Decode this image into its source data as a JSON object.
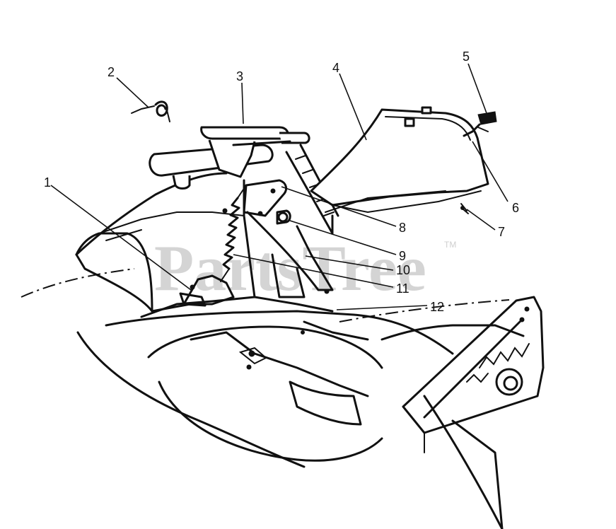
{
  "watermark": {
    "text": "PartsTree",
    "trademark": "TM",
    "color": "#d4d4d4"
  },
  "callouts": [
    {
      "id": "1",
      "label": "1"
    },
    {
      "id": "2",
      "label": "2"
    },
    {
      "id": "3",
      "label": "3"
    },
    {
      "id": "4",
      "label": "4"
    },
    {
      "id": "5",
      "label": "5"
    },
    {
      "id": "6",
      "label": "6"
    },
    {
      "id": "7",
      "label": "7"
    },
    {
      "id": "8",
      "label": "8"
    },
    {
      "id": "9",
      "label": "9"
    },
    {
      "id": "10",
      "label": "10"
    },
    {
      "id": "11",
      "label": "11"
    },
    {
      "id": "12",
      "label": "12"
    }
  ]
}
